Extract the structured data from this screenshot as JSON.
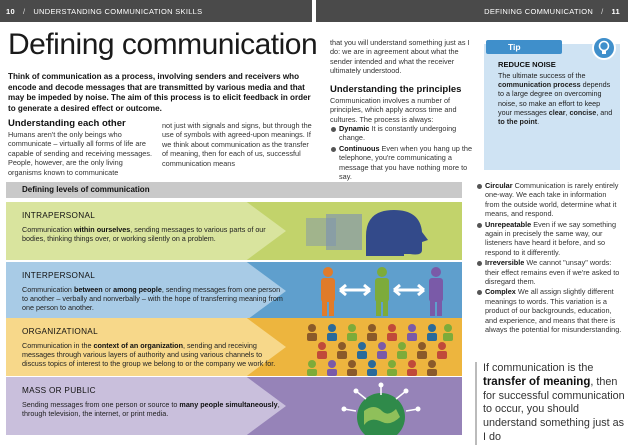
{
  "header": {
    "left_page": "10",
    "left_section": "UNDERSTANDING COMMUNICATION SKILLS",
    "right_section": "DEFINING COMMUNICATION",
    "right_page": "11"
  },
  "title": "Defining communication",
  "intro": "Think of communication as a process, involving senders and receivers who encode and decode messages that are transmitted by various media and that may be impeded by noise. The aim of this process is to elicit feedback in order to generate a desired effect or outcome.",
  "each_other": {
    "heading": "Understanding each other",
    "col1": "Humans aren't the only beings who communicate – virtually all forms of life are capable of sending and receiving messages. People, however, are the only living organisms known to communicate",
    "col2": "not just with signals and signs, but through the use of symbols with agreed-upon meanings. If we think about communication as the transfer of meaning, then for each of us, successful communication means"
  },
  "col3_top": "that you will understand something just as I do: we are in agreement about what the sender intended and what the receiver ultimately understood.",
  "principles": {
    "heading": "Understanding the principles",
    "intro": "Communication involves a number of principles, which apply across time and cultures. The process is always:",
    "items": [
      {
        "term": "Dynamic",
        "text": " It is constantly undergoing change."
      },
      {
        "term": "Continuous",
        "text": " Even when you hang up the telephone, you're communicating a message that you have nothing more to say."
      }
    ]
  },
  "tip": {
    "tab": "Tip",
    "title": "REDUCE NOISE",
    "text_a": "The ultimate success of the ",
    "bold_a": "communication process",
    "text_b": " depends to a large degree on overcoming noise, so make an effort to keep your messages ",
    "bold_b": "clear",
    "text_c": ", ",
    "bold_c": "concise",
    "text_d": ", and ",
    "bold_d": "to the point",
    "text_e": "."
  },
  "right_bullets": [
    {
      "term": "Circular",
      "text": " Communication is rarely entirely one-way. We each take in information from the outside world, determine what it means, and respond."
    },
    {
      "term": "Unrepeatable",
      "text": " Even if we say something again in precisely the same way, our listeners have heard it before, and so respond to it differently."
    },
    {
      "term": "Irreversible",
      "text": " We cannot \"unsay\" words: their effect remains even if we're asked to disregard them."
    },
    {
      "term": "Complex",
      "text": " We all assign slightly different meanings to words. This variation is a product of our backgrounds, education, and experience, and means that there is always the potential for misunderstanding."
    }
  ],
  "levels": {
    "title": "Defining levels of communication",
    "bands": [
      {
        "label": "INTRAPERSONAL",
        "pre": "Communication ",
        "bold": "within ourselves",
        "post": ", sending messages to various parts of our bodies, thinking things over, or working silently on a problem."
      },
      {
        "label": "INTERPERSONAL",
        "pre": "Communication ",
        "bold": "between",
        "mid": " or ",
        "bold2": "among people",
        "post": ", sending messages from one person to another – verbally and nonverbally – with the hope of transferring meaning from one person to another."
      },
      {
        "label": "ORGANIZATIONAL",
        "pre": "Communication in the ",
        "bold": "context of an organization",
        "post": ", sending and receiving messages through various layers of authority and using various channels to discuss topics of interest to the group we belong to or the company we work for."
      },
      {
        "label": "MASS OR PUBLIC",
        "pre": "Sending messages from one person or source to ",
        "bold": "many people simultaneously",
        "post": ", through television, the internet, or print media."
      }
    ]
  },
  "quote": {
    "pre": "If communication is the ",
    "bold": "transfer of meaning",
    "post": ", then for successful communication to occur, you should understand something just as I do"
  },
  "colors": {
    "header": "#4a4a4a",
    "tip_bg": "#cfe3f3",
    "tip_accent": "#3f8fcb",
    "intrapersonal": "#c2d36b",
    "interpersonal": "#5f9fcd",
    "organizational": "#edb53e",
    "mass": "#9683b8"
  }
}
